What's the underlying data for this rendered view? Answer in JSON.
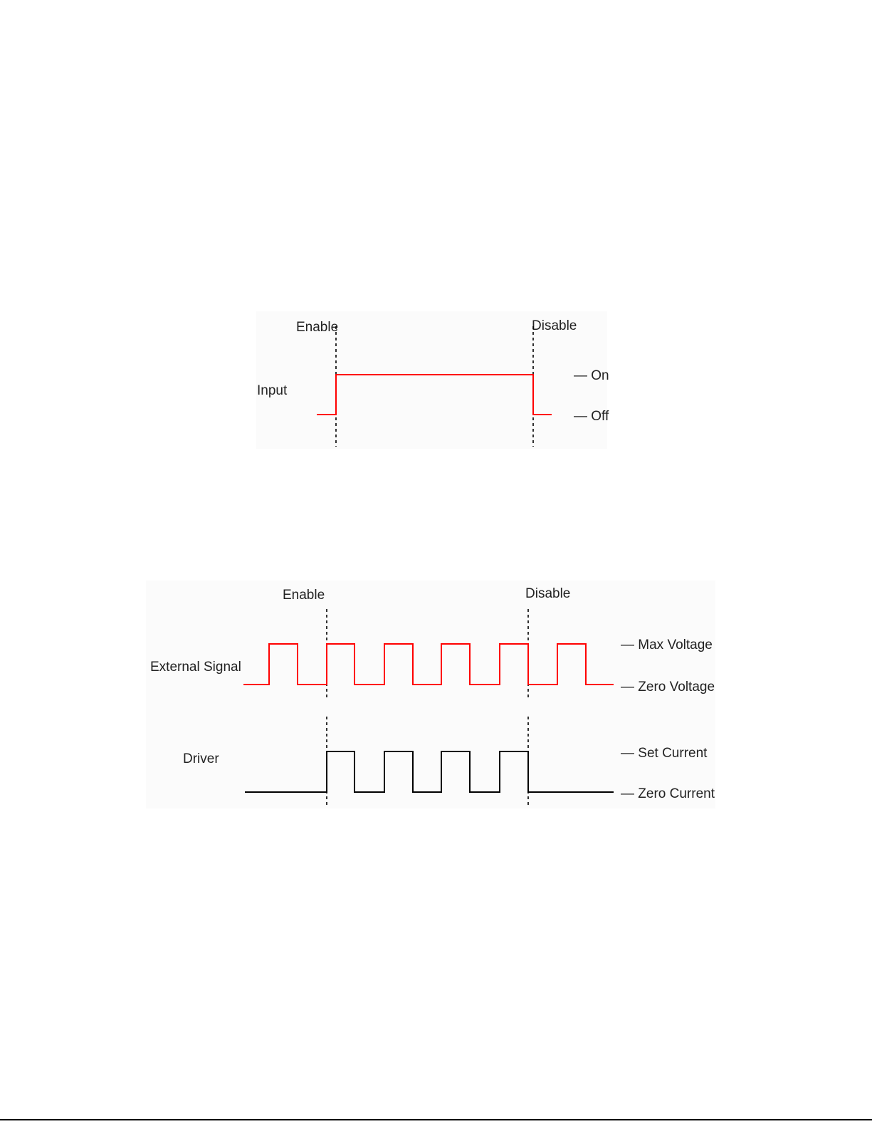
{
  "colors": {
    "signal": "#ff0000",
    "driver": "#000000",
    "marker": "#000000",
    "text": "#222222"
  },
  "top": {
    "enable_label": "Enable",
    "disable_label": "Disable",
    "row_label": "Input",
    "on_label": "— On",
    "off_label": "— Off",
    "waveform": [
      0,
      1,
      1,
      0
    ]
  },
  "bottom": {
    "enable_label": "Enable",
    "disable_label": "Disable",
    "signal_label": "External Signal",
    "driver_label": "Driver",
    "max_voltage_label": "— Max Voltage",
    "zero_voltage_label": "— Zero Voltage",
    "set_current_label": "— Set Current",
    "zero_current_label": "— Zero Current",
    "signal_pulses": 6,
    "driver_pulses": 4
  }
}
